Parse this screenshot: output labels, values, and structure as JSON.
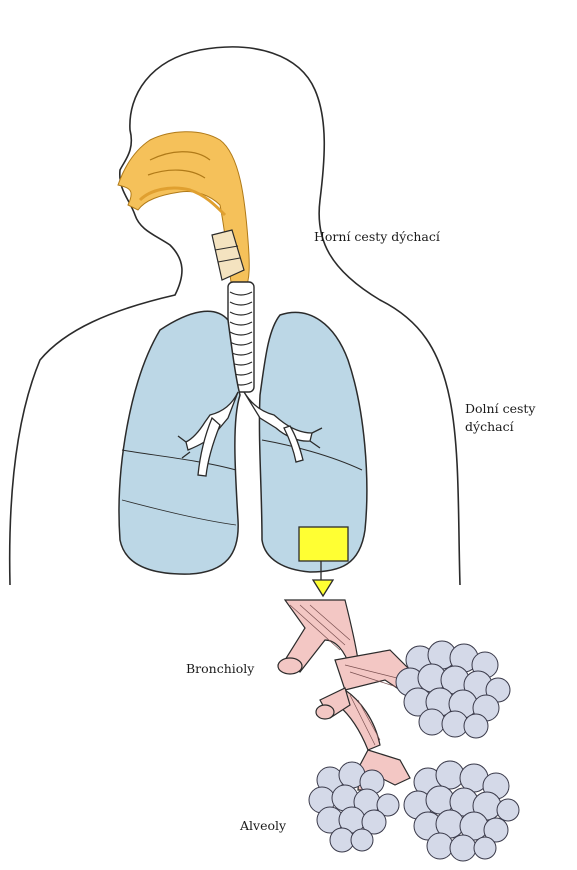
{
  "labels": {
    "upper_airways": "Horní cesty dýchací",
    "lower_airways_line1": "Dolní cesty",
    "lower_airways_line2": "dýchací",
    "bronchioles": "Bronchioly",
    "alveoli": "Alveoly"
  },
  "colors": {
    "outline": "#2b2b2b",
    "nasal_cavity": "#f5c15a",
    "nasal_cavity_dark": "#e0a030",
    "lung_fill": "#bcd7e6",
    "bronchi_fill": "#ffffff",
    "highlight_box": "#ffff33",
    "bronchiole_fill": "#f3c7c4",
    "alveoli_fill": "#d4d9e8"
  }
}
